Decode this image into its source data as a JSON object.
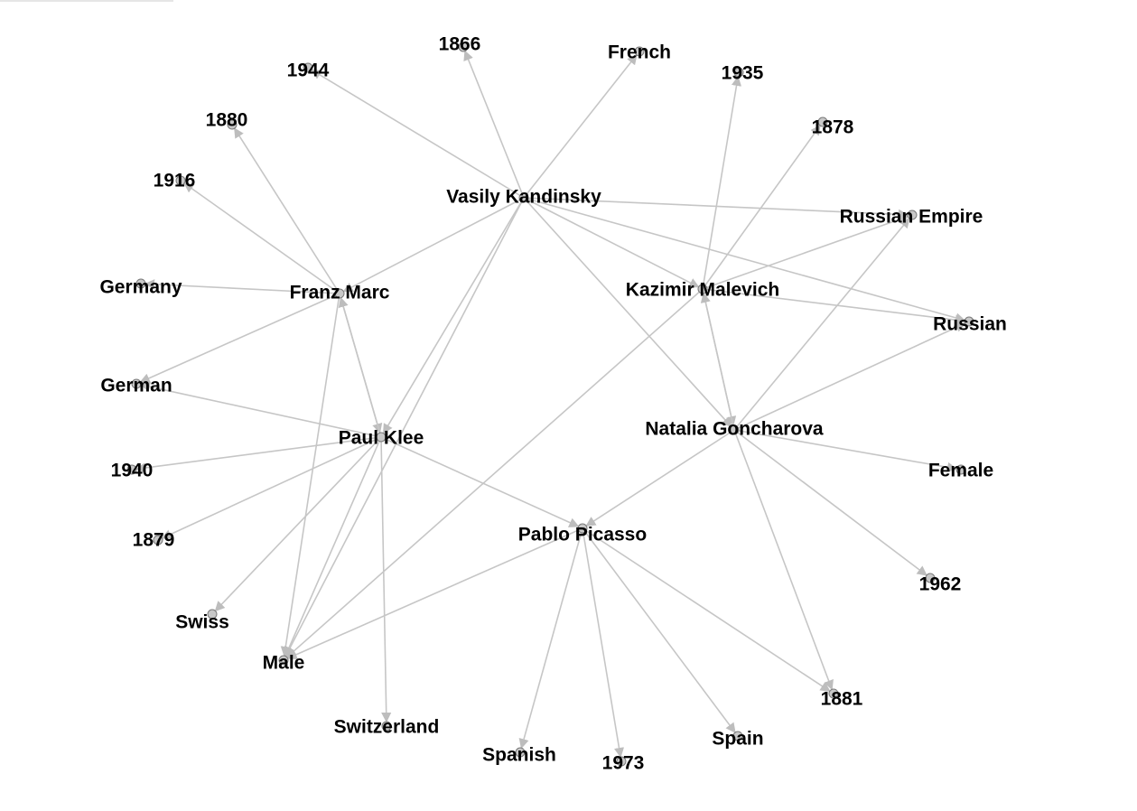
{
  "graph": {
    "nodes": [
      {
        "id": "kandinsky",
        "label": "Vasily Kandinsky"
      },
      {
        "id": "malevich",
        "label": "Kazimir Malevich"
      },
      {
        "id": "marc",
        "label": "Franz Marc"
      },
      {
        "id": "klee",
        "label": "Paul Klee"
      },
      {
        "id": "goncharova",
        "label": "Natalia Goncharova"
      },
      {
        "id": "picasso",
        "label": "Pablo Picasso"
      },
      {
        "id": "y1866",
        "label": "1866"
      },
      {
        "id": "y1944",
        "label": "1944"
      },
      {
        "id": "french",
        "label": "French"
      },
      {
        "id": "y1935",
        "label": "1935"
      },
      {
        "id": "y1878",
        "label": "1878"
      },
      {
        "id": "y1880",
        "label": "1880"
      },
      {
        "id": "y1916",
        "label": "1916"
      },
      {
        "id": "russian_empire",
        "label": "Russian Empire"
      },
      {
        "id": "germany",
        "label": "Germany"
      },
      {
        "id": "russian",
        "label": "Russian"
      },
      {
        "id": "german",
        "label": "German"
      },
      {
        "id": "y1940",
        "label": "1940"
      },
      {
        "id": "female",
        "label": "Female"
      },
      {
        "id": "y1879",
        "label": "1879"
      },
      {
        "id": "y1962",
        "label": "1962"
      },
      {
        "id": "swiss",
        "label": "Swiss"
      },
      {
        "id": "male",
        "label": "Male"
      },
      {
        "id": "y1881",
        "label": "1881"
      },
      {
        "id": "switzerland",
        "label": "Switzerland"
      },
      {
        "id": "spain",
        "label": "Spain"
      },
      {
        "id": "spanish",
        "label": "Spanish"
      },
      {
        "id": "y1973",
        "label": "1973"
      }
    ],
    "edges": [
      {
        "source": "kandinsky",
        "target": "y1866"
      },
      {
        "source": "kandinsky",
        "target": "y1944"
      },
      {
        "source": "kandinsky",
        "target": "french"
      },
      {
        "source": "kandinsky",
        "target": "russian_empire"
      },
      {
        "source": "kandinsky",
        "target": "russian"
      },
      {
        "source": "kandinsky",
        "target": "malevich"
      },
      {
        "source": "kandinsky",
        "target": "goncharova"
      },
      {
        "source": "kandinsky",
        "target": "marc"
      },
      {
        "source": "kandinsky",
        "target": "klee"
      },
      {
        "source": "kandinsky",
        "target": "male"
      },
      {
        "source": "malevich",
        "target": "y1935"
      },
      {
        "source": "malevich",
        "target": "y1878"
      },
      {
        "source": "malevich",
        "target": "russian_empire"
      },
      {
        "source": "malevich",
        "target": "russian"
      },
      {
        "source": "malevich",
        "target": "male"
      },
      {
        "source": "malevich",
        "target": "goncharova"
      },
      {
        "source": "goncharova",
        "target": "malevich"
      },
      {
        "source": "goncharova",
        "target": "russian_empire"
      },
      {
        "source": "goncharova",
        "target": "russian"
      },
      {
        "source": "goncharova",
        "target": "female"
      },
      {
        "source": "goncharova",
        "target": "y1962"
      },
      {
        "source": "goncharova",
        "target": "y1881"
      },
      {
        "source": "goncharova",
        "target": "picasso"
      },
      {
        "source": "marc",
        "target": "y1880"
      },
      {
        "source": "marc",
        "target": "y1916"
      },
      {
        "source": "marc",
        "target": "germany"
      },
      {
        "source": "marc",
        "target": "german"
      },
      {
        "source": "marc",
        "target": "klee"
      },
      {
        "source": "marc",
        "target": "male"
      },
      {
        "source": "klee",
        "target": "marc"
      },
      {
        "source": "klee",
        "target": "german"
      },
      {
        "source": "klee",
        "target": "y1940"
      },
      {
        "source": "klee",
        "target": "y1879"
      },
      {
        "source": "klee",
        "target": "swiss"
      },
      {
        "source": "klee",
        "target": "male"
      },
      {
        "source": "klee",
        "target": "switzerland"
      },
      {
        "source": "klee",
        "target": "picasso"
      },
      {
        "source": "picasso",
        "target": "male"
      },
      {
        "source": "picasso",
        "target": "spanish"
      },
      {
        "source": "picasso",
        "target": "y1973"
      },
      {
        "source": "picasso",
        "target": "spain"
      },
      {
        "source": "picasso",
        "target": "y1881"
      }
    ]
  }
}
